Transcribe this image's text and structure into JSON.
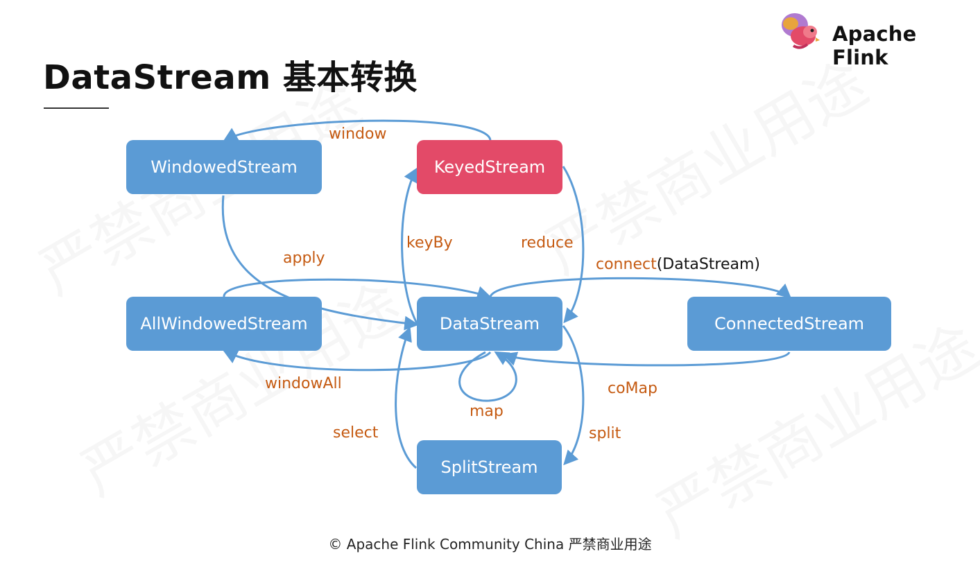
{
  "title": "DataStream 基本转换",
  "brand": {
    "name": "Apache Flink",
    "logo_icon": "flink-squirrel-icon"
  },
  "watermark": "严禁商业用途",
  "nodes": {
    "windowed": "WindowedStream",
    "keyed": "KeyedStream",
    "allwindowed": "AllWindowedStream",
    "datastream": "DataStream",
    "connected": "ConnectedStream",
    "split": "SplitStream"
  },
  "edges": {
    "window": "window",
    "apply": "apply",
    "keyby": "keyBy",
    "reduce": "reduce",
    "connect": "connect",
    "connect_arg": "(DataStream)",
    "windowall": "windowAll",
    "map": "map",
    "comap": "coMap",
    "select": "select",
    "split": "split"
  },
  "colors": {
    "node": "#5b9bd5",
    "keyed_node": "#e34a68",
    "edge_label": "#c55a11",
    "arrow": "#5b9bd5"
  },
  "footer": "© Apache Flink Community China  严禁商业用途"
}
